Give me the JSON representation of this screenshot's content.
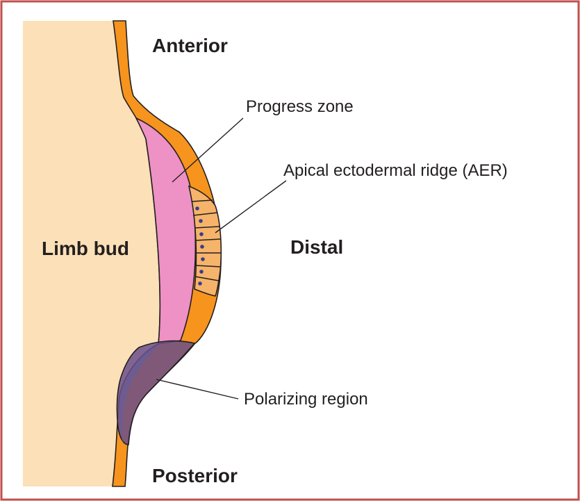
{
  "colors": {
    "frame": "#c0504d",
    "limb_bud_fill": "#fbe0b8",
    "ectoderm_orange": "#f7941d",
    "progress_zone_pink": "#ee91c4",
    "aer_light_orange": "#f6b46a",
    "polarizing_purple": "#6b4f8a",
    "nucleus_dot": "#3b3b8f",
    "outline": "#231f20"
  },
  "labels": {
    "anterior": "Anterior",
    "posterior": "Posterior",
    "distal": "Distal",
    "limb_bud": "Limb bud",
    "progress_zone": "Progress zone",
    "aer": "Apical ectodermal ridge (AER)",
    "polarizing_region": "Polarizing region"
  }
}
